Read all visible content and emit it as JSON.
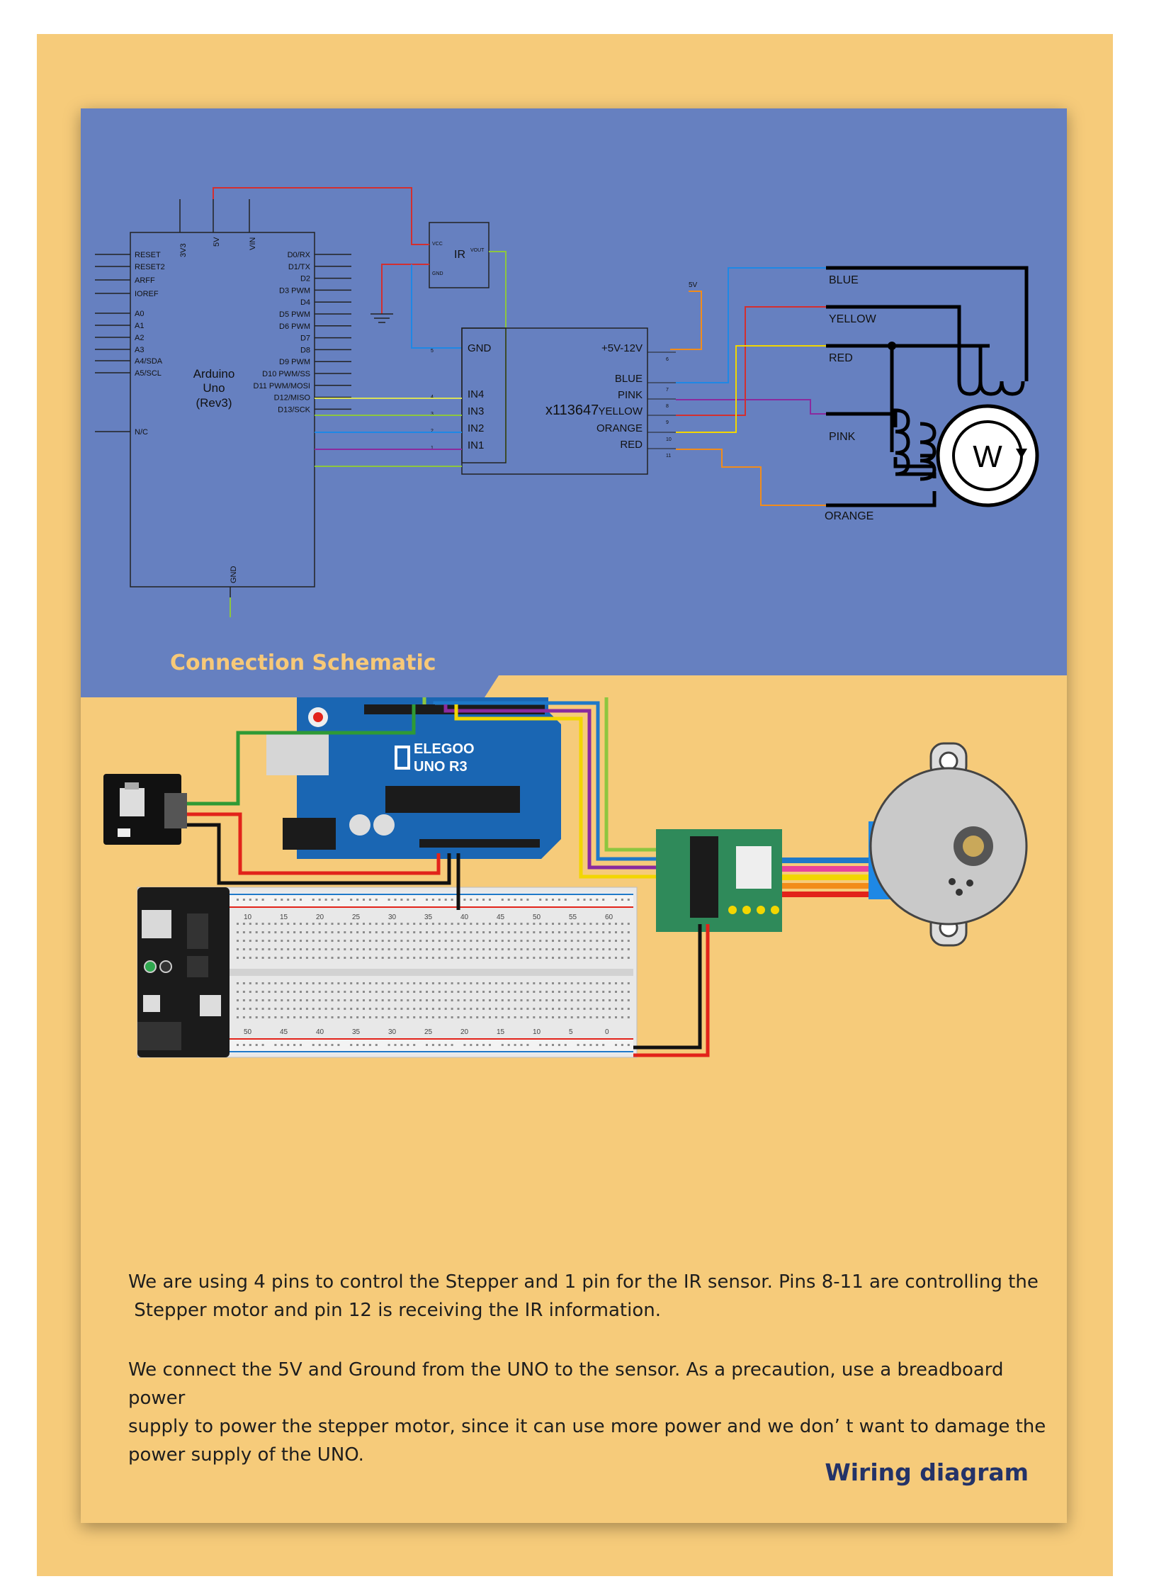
{
  "schematic": {
    "section_title": "Connection Schematic",
    "arduino": {
      "name_line1": "Arduino",
      "name_line2": "Uno",
      "name_line3": "(Rev3)",
      "top_pins": [
        "3V3",
        "5V",
        "VIN"
      ],
      "left_pins": [
        "RESET",
        "RESET2",
        "ARFF",
        "IOREF",
        "A0",
        "A1",
        "A2",
        "A3",
        "A4/SDA",
        "A5/SCL",
        "N/C"
      ],
      "right_pins": [
        "D0/RX",
        "D1/TX",
        "D2",
        "D3 PWM",
        "D4",
        "D5 PWM",
        "D6 PWM",
        "D7",
        "D8",
        "D9 PWM",
        "D10 PWM/SS",
        "D11 PWM/MOSI",
        "D12/MISO",
        "D13/SCK"
      ],
      "bottom_pin": "GND"
    },
    "ir_sensor": {
      "label": "IR",
      "vcc": "VCC",
      "gnd": "GND",
      "vout": "VOUT"
    },
    "driver": {
      "name": "x113647",
      "left_pins": [
        "GND",
        "IN4",
        "IN3",
        "IN2",
        "IN1"
      ],
      "left_numbers": [
        "5",
        "4",
        "3",
        "2",
        "1"
      ],
      "right_pins": [
        "+5V-12V",
        "BLUE",
        "PINK",
        "YELLOW",
        "ORANGE",
        "RED"
      ],
      "right_numbers": [
        "6",
        "7",
        "8",
        "9",
        "10",
        "11"
      ],
      "supply_label": "5V"
    },
    "motor": {
      "wire_labels": [
        "BLUE",
        "YELLOW",
        "RED",
        "PINK",
        "ORANGE"
      ],
      "symbol": "W"
    }
  },
  "wiring": {
    "board_brand": "ELEGOO",
    "board_model": "UNO R3",
    "breadboard_numbers_top": [
      "10",
      "15",
      "20",
      "25",
      "30",
      "35",
      "40",
      "45",
      "50",
      "55",
      "60"
    ],
    "breadboard_numbers_bottom": [
      "50",
      "45",
      "40",
      "35",
      "30",
      "25",
      "20",
      "15",
      "10",
      "5",
      "0"
    ],
    "colors": {
      "wire_green": "#2f9a35",
      "wire_red": "#e2231a",
      "wire_black": "#111111",
      "wire_blue": "#1e78c8",
      "wire_purple": "#8a2a9e",
      "wire_yellow": "#f2d600",
      "wire_lime": "#8dc63f",
      "wire_orange": "#f28c1a",
      "wire_pink": "#e8449a",
      "board_blue": "#1a66b3",
      "driver_green": "#2f8a5a"
    }
  },
  "description": {
    "paragraph1_line1": "We are using 4 pins to control the Stepper and 1 pin for the IR sensor. Pins 8-11 are controlling the",
    "paragraph1_line2": " Stepper motor and pin 12 is receiving the IR information.",
    "paragraph2_line1": "We connect the 5V and Ground from the UNO to the sensor. As a precaution, use a breadboard power",
    "paragraph2_line2": "supply to power the stepper motor, since it can use more power and we don’ t want to damage the",
    "paragraph2_line3": "power supply of the UNO.",
    "footer_title": "Wiring diagram"
  }
}
